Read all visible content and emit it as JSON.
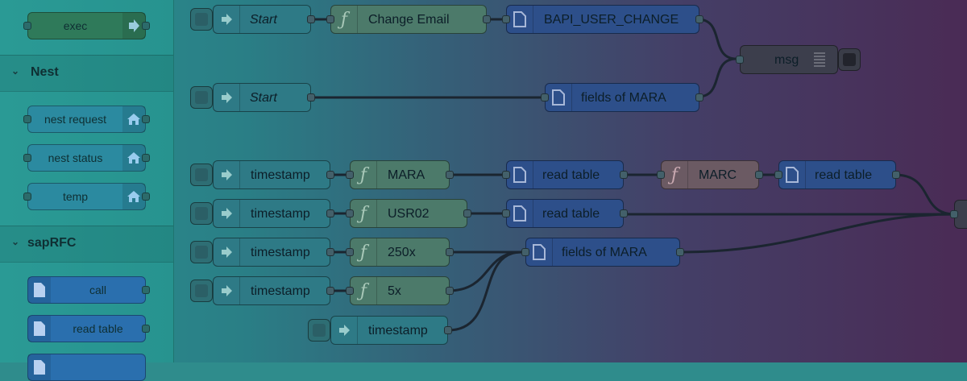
{
  "palette": {
    "top_node": {
      "label": "exec"
    },
    "categories": [
      {
        "label": "Nest",
        "items": [
          {
            "label": "nest request",
            "icon": "home-icon"
          },
          {
            "label": "nest status",
            "icon": "home-icon"
          },
          {
            "label": "temp",
            "icon": "home-icon"
          }
        ]
      },
      {
        "label": "sapRFC",
        "items": [
          {
            "label": "call",
            "icon": "file-icon"
          },
          {
            "label": "read table",
            "icon": "file-icon"
          }
        ]
      }
    ]
  },
  "flow": {
    "nodes": {
      "start1": "Start",
      "change_email": "Change Email",
      "bapi": "BAPI_USER_CHANGE",
      "msg": "msg",
      "start2": "Start",
      "fields_mara_top": "fields of MARA",
      "ts1": "timestamp",
      "mara": "MARA",
      "read_table1": "read table",
      "marc": "MARC",
      "read_table2": "read table",
      "ts2": "timestamp",
      "usr02": "USR02",
      "read_table3": "read table",
      "ts3": "timestamp",
      "f250x": "250x",
      "fields_mara_bottom": "fields of MARA",
      "ts4": "timestamp",
      "f5x": "5x",
      "ts5": "timestamp"
    }
  },
  "colors": {
    "gradient_start": "#2b8f8f",
    "gradient_end": "#4a2b55",
    "inject": "#2e7a86",
    "function": "#4c7a6a",
    "sap": "#2d4f8a",
    "debug": "#3c3e4c"
  }
}
